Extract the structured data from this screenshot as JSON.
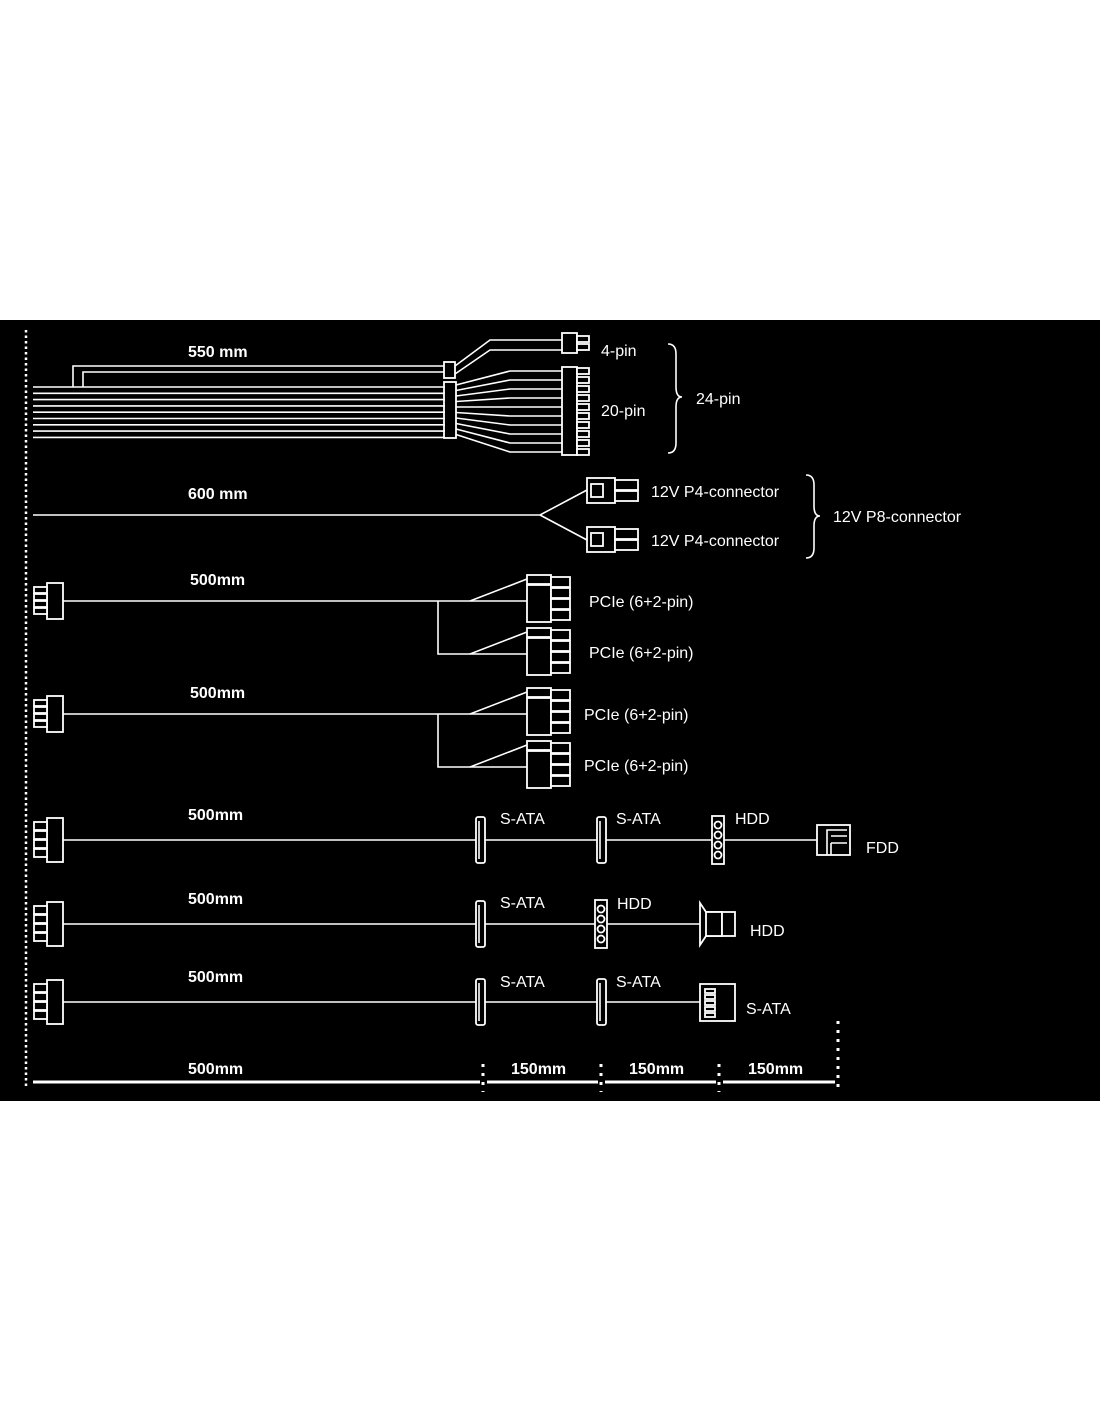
{
  "main_cable": {
    "length": "550 mm",
    "pin4": "4-pin",
    "pin20": "20-pin",
    "pin24": "24-pin"
  },
  "cpu_cable": {
    "length": "600 mm",
    "p4_a": "12V P4-connector",
    "p4_b": "12V P4-connector",
    "p8": "12V P8-connector"
  },
  "pcie_cables": [
    {
      "length": "500mm",
      "connectors": [
        "PCIe (6+2-pin)",
        "PCIe (6+2-pin)"
      ]
    },
    {
      "length": "500mm",
      "connectors": [
        "PCIe (6+2-pin)",
        "PCIe (6+2-pin)"
      ]
    }
  ],
  "peripheral_cables": [
    {
      "length": "500mm",
      "connectors": [
        "S-ATA",
        "S-ATA",
        "HDD",
        "FDD"
      ]
    },
    {
      "length": "500mm",
      "connectors": [
        "S-ATA",
        "HDD",
        "HDD"
      ]
    },
    {
      "length": "500mm",
      "connectors": [
        "S-ATA",
        "S-ATA",
        "S-ATA"
      ]
    }
  ],
  "scale": [
    "500mm",
    "150mm",
    "150mm",
    "150mm"
  ],
  "colors": {
    "background": "#000000",
    "line": "#ffffff",
    "page": "#ffffff"
  }
}
